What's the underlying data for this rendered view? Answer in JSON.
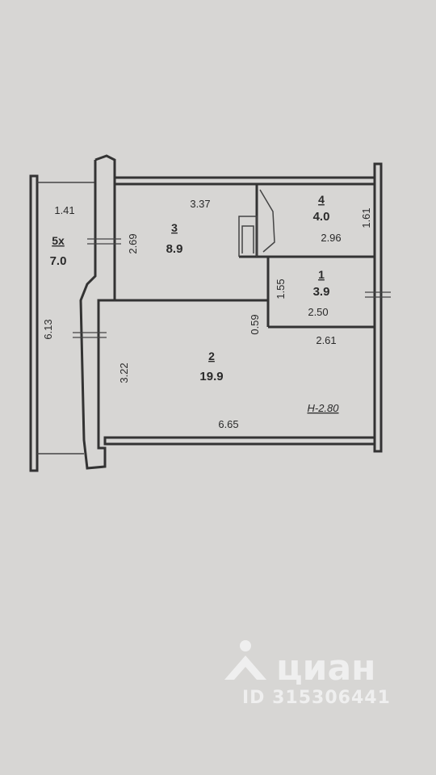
{
  "rooms": [
    {
      "id": "room-1",
      "number": "1",
      "area": "3.9"
    },
    {
      "id": "room-2",
      "number": "2",
      "area": "19.9"
    },
    {
      "id": "room-3",
      "number": "3",
      "area": "8.9"
    },
    {
      "id": "room-4",
      "number": "4",
      "area": "4.0"
    },
    {
      "id": "room-5",
      "number": "5х",
      "area": "7.0"
    }
  ],
  "dimensions": {
    "balcony_top": "1.41",
    "balcony_side": "6.13",
    "room3_top": "3.37",
    "room3_side": "2.69",
    "room4_side": "1.61",
    "room4_bottom": "2.96",
    "room1_side": "1.55",
    "room1_bottom": "2.50",
    "hall_step": "0.59",
    "room2_top_right": "2.61",
    "room2_side": "3.22",
    "room2_bottom": "6.65"
  },
  "ceiling_height": "Н-2.80",
  "watermark": {
    "brand": "циан",
    "listing_id": "ID 315306441"
  }
}
